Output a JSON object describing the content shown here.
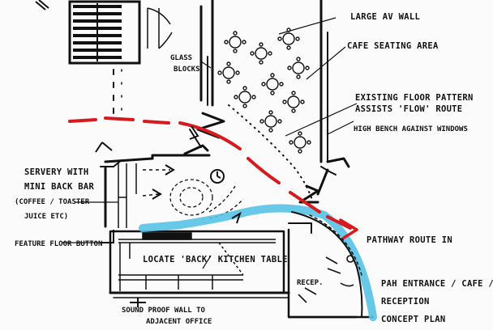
{
  "colors": {
    "ink": "#111111",
    "red_route": "#d61b1f",
    "blue_counter": "#56c3e4",
    "paper": "#fbfbfb"
  },
  "annotations": {
    "large_av_wall": "LARGE AV WALL",
    "cafe_seating": "CAFE SEATING AREA",
    "glass_blocks_1": "GLASS",
    "glass_blocks_2": "BLOCKS",
    "existing_floor_1": "EXISTING FLOOR PATTERN",
    "existing_floor_2": "ASSISTS 'FLOW' ROUTE",
    "high_bench": "HIGH BENCH AGAINST WINDOWS",
    "servery_1": "SERVERY WITH",
    "servery_2": "MINI BACK BAR",
    "servery_3": "(COFFEE / TOASTER",
    "servery_4": "JUICE ETC)",
    "feature_floor": "FEATURE FLOOR BUTTON",
    "kitchen_table": "LOCATE 'BACK' KITCHEN TABLE",
    "pathway_1": "PATHWAY ROUTE IN",
    "recep": "RECEP.",
    "sound_proof_1": "SOUND PROOF WALL TO",
    "sound_proof_2": "ADJACENT OFFICE",
    "concept_1": "PAH ENTRANCE / CAFE /",
    "concept_2": "RECEPTION",
    "concept_3": "CONCEPT PLAN"
  }
}
